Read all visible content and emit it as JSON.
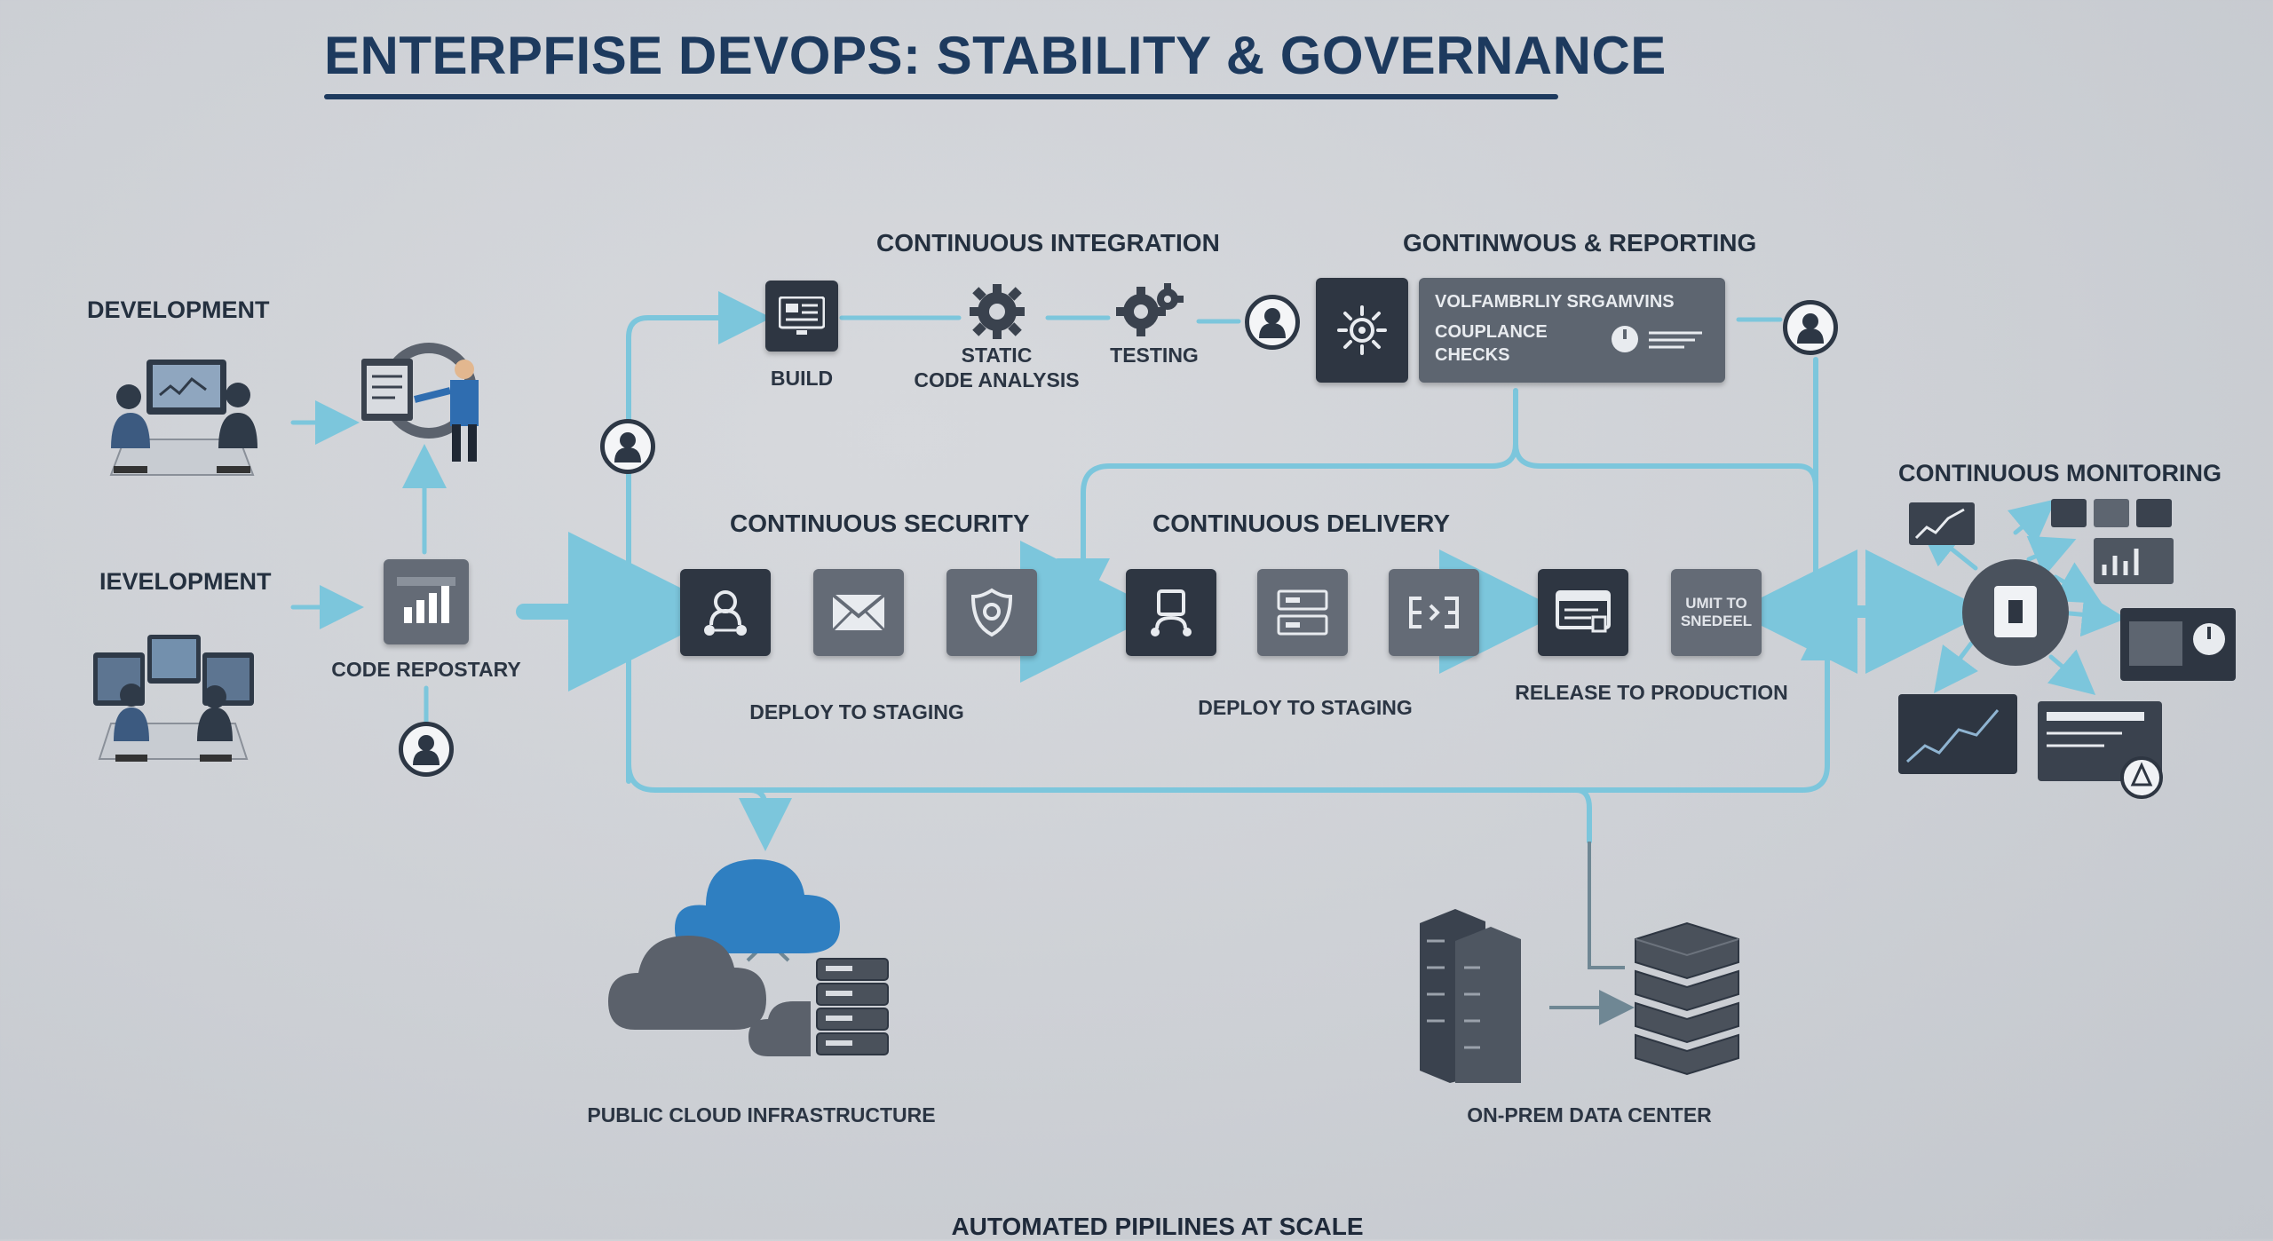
{
  "title": "ENTERPFISE DEVOPS: STABILITY & GOVERNANCE",
  "colors": {
    "title": "#1d3a5e",
    "flow": "#7cc6dc",
    "tile_dark": "#2e3642",
    "tile_mid": "#646b76",
    "cloud_blue": "#2f7fc1",
    "cloud_gray": "#5b616b"
  },
  "left": {
    "dev_top_label": "DEVELOPMENT",
    "dev_bottom_label": "IEVELOPMENT",
    "code_repo_label": "CODE REPOSTARY"
  },
  "ci": {
    "section_label": "CONTINUOUS INTEGRATION",
    "build_label": "BUILD",
    "static_label_1": "STATIC",
    "static_label_2": "CODE ANALYSIS",
    "testing_label": "TESTING"
  },
  "reporting": {
    "section_label": "GONTINWOUS & REPORTING",
    "line_1": "VOLFAMBRLIY SRGAMVINS",
    "line_2": "COUPLANCE",
    "line_3": "CHECKS"
  },
  "security": {
    "section_label": "CONTINUOUS SECURITY",
    "deploy_label": "DEPLOY TO STAGING"
  },
  "delivery": {
    "section_label": "CONTINUOUS DELIVERY",
    "deploy_label": "DEPLOY TO STAGING",
    "release_label": "RELEASE TO PRODUCTION",
    "unit_tile_text_1": "UMIT TO",
    "unit_tile_text_2": "SNEDEEL"
  },
  "monitoring": {
    "section_label": "CONTINUOUS MONITORING"
  },
  "infra": {
    "cloud_label": "PUBLIC CLOUD INFRASTRUCTURE",
    "onprem_label": "ON-PREM DATA CENTER"
  },
  "footer": "AUTOMATED PIPILINES AT SCALE",
  "icons": [
    "developer-team-icon",
    "repo-document-icon",
    "bar-chart-icon",
    "user-avatar-icon",
    "build-monitor-icon",
    "gear-icon",
    "gears-icon",
    "bug-gear-icon",
    "security-person-icon",
    "envelope-icon",
    "shield-icon",
    "server-rack-icon",
    "code-arrow-icon",
    "release-screen-icon",
    "monitor-hub-icon",
    "cloud-icon",
    "database-server-icon"
  ]
}
